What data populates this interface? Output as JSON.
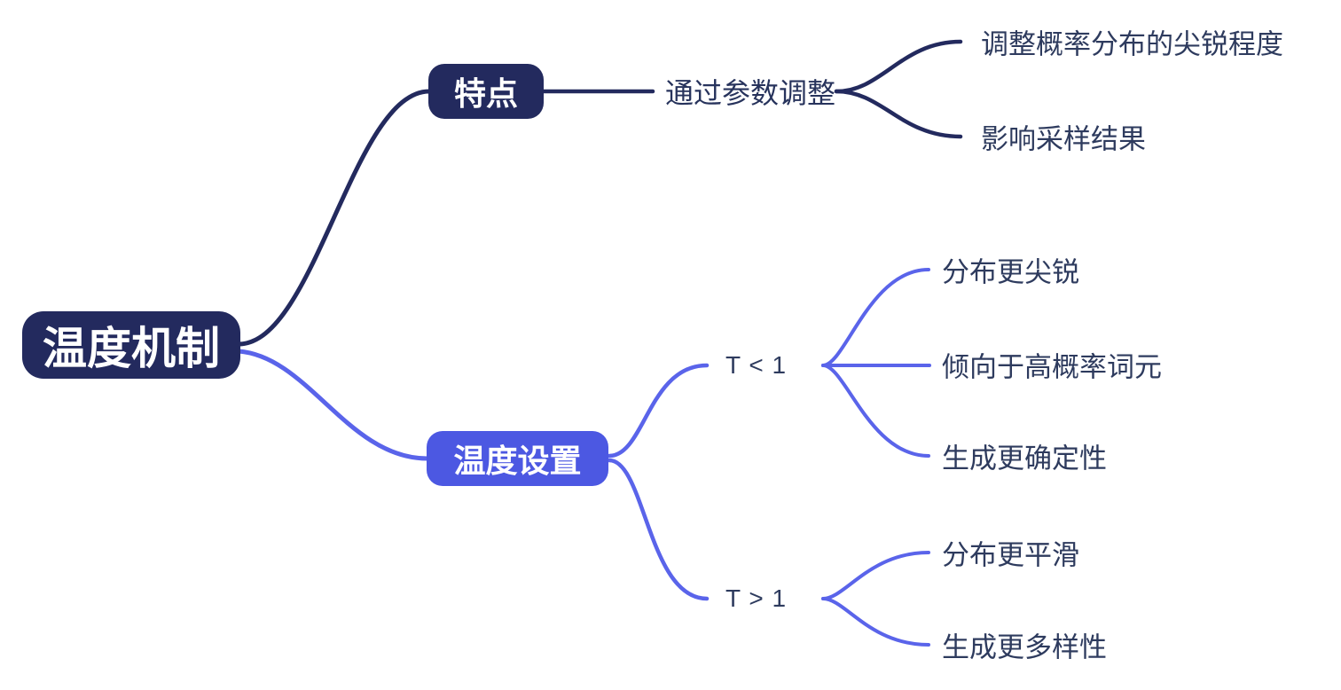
{
  "mindmap": {
    "title": "温度机制",
    "root": {
      "label": "温度机制",
      "children": [
        {
          "label": "特点",
          "children": [
            {
              "label": "通过参数调整",
              "children": [
                {
                  "label": "调整概率分布的尖锐程度"
                },
                {
                  "label": "影响采样结果"
                }
              ]
            }
          ]
        },
        {
          "label": "温度设置",
          "children": [
            {
              "label": "T < 1",
              "children": [
                {
                  "label": "分布更尖锐"
                },
                {
                  "label": "倾向于高概率词元"
                },
                {
                  "label": "生成更确定性"
                }
              ]
            },
            {
              "label": "T > 1",
              "children": [
                {
                  "label": "分布更平滑"
                },
                {
                  "label": "生成更多样性"
                }
              ]
            }
          ]
        }
      ]
    },
    "colors": {
      "dark_navy": "#232a5e",
      "indigo": "#4c58e2",
      "indigo_line": "#5a64ea",
      "text_dark": "#2e3b5e",
      "node_text": "#ffffff",
      "background": "#ffffff"
    }
  }
}
